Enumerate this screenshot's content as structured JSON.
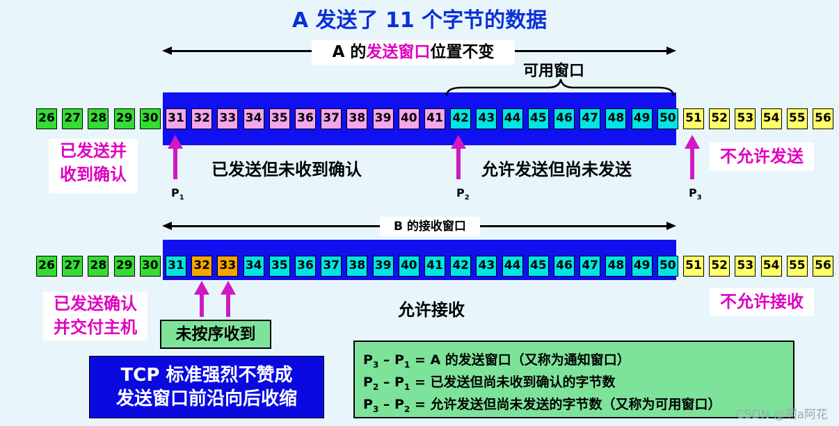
{
  "title": "A 发送了 11 个字节的数据",
  "top": {
    "window_label_pre": "A 的",
    "window_label_mid": "发送窗口",
    "window_label_post": "位置不变",
    "usable_label": "可用窗口",
    "left_note": [
      "已发送并",
      "收到确认"
    ],
    "mid_note": "已发送但未收到确认",
    "allowed_note": "允许发送但尚未发送",
    "right_note": "不允许发送",
    "pointers": [
      {
        "label": "P",
        "sub": "1"
      },
      {
        "label": "P",
        "sub": "2"
      },
      {
        "label": "P",
        "sub": "3"
      }
    ],
    "cells": [
      {
        "n": "26",
        "c": "#33dd33"
      },
      {
        "n": "27",
        "c": "#33dd33"
      },
      {
        "n": "28",
        "c": "#33dd33"
      },
      {
        "n": "29",
        "c": "#33dd33"
      },
      {
        "n": "30",
        "c": "#33dd33"
      },
      {
        "n": "31",
        "c": "#f4a6ec"
      },
      {
        "n": "32",
        "c": "#f4a6ec"
      },
      {
        "n": "33",
        "c": "#f4a6ec"
      },
      {
        "n": "34",
        "c": "#f4a6ec"
      },
      {
        "n": "35",
        "c": "#f4a6ec"
      },
      {
        "n": "36",
        "c": "#f4a6ec"
      },
      {
        "n": "37",
        "c": "#f4a6ec"
      },
      {
        "n": "38",
        "c": "#f4a6ec"
      },
      {
        "n": "39",
        "c": "#f4a6ec"
      },
      {
        "n": "40",
        "c": "#f4a6ec"
      },
      {
        "n": "41",
        "c": "#f4a6ec"
      },
      {
        "n": "42",
        "c": "#00e5e5"
      },
      {
        "n": "43",
        "c": "#00e5e5"
      },
      {
        "n": "44",
        "c": "#00e5e5"
      },
      {
        "n": "45",
        "c": "#00e5e5"
      },
      {
        "n": "46",
        "c": "#00e5e5"
      },
      {
        "n": "47",
        "c": "#00e5e5"
      },
      {
        "n": "48",
        "c": "#00e5e5"
      },
      {
        "n": "49",
        "c": "#00e5e5"
      },
      {
        "n": "50",
        "c": "#00e5e5"
      },
      {
        "n": "51",
        "c": "#ffff66"
      },
      {
        "n": "52",
        "c": "#ffff66"
      },
      {
        "n": "53",
        "c": "#ffff66"
      },
      {
        "n": "54",
        "c": "#ffff66"
      },
      {
        "n": "55",
        "c": "#ffff66"
      },
      {
        "n": "56",
        "c": "#ffff66"
      }
    ]
  },
  "bottom": {
    "window_label": "B 的接收窗口",
    "left_note": [
      "已发送确认",
      "并交付主机"
    ],
    "allowed_note": "允许接收",
    "right_note": "不允许接收",
    "out_of_order_note": "未按序收到",
    "cells": [
      {
        "n": "26",
        "c": "#33dd33"
      },
      {
        "n": "27",
        "c": "#33dd33"
      },
      {
        "n": "28",
        "c": "#33dd33"
      },
      {
        "n": "29",
        "c": "#33dd33"
      },
      {
        "n": "30",
        "c": "#33dd33"
      },
      {
        "n": "31",
        "c": "#00e5e5"
      },
      {
        "n": "32",
        "c": "#f5a500"
      },
      {
        "n": "33",
        "c": "#f5a500"
      },
      {
        "n": "34",
        "c": "#00e5e5"
      },
      {
        "n": "35",
        "c": "#00e5e5"
      },
      {
        "n": "36",
        "c": "#00e5e5"
      },
      {
        "n": "37",
        "c": "#00e5e5"
      },
      {
        "n": "38",
        "c": "#00e5e5"
      },
      {
        "n": "39",
        "c": "#00e5e5"
      },
      {
        "n": "40",
        "c": "#00e5e5"
      },
      {
        "n": "41",
        "c": "#00e5e5"
      },
      {
        "n": "42",
        "c": "#00e5e5"
      },
      {
        "n": "43",
        "c": "#00e5e5"
      },
      {
        "n": "44",
        "c": "#00e5e5"
      },
      {
        "n": "45",
        "c": "#00e5e5"
      },
      {
        "n": "46",
        "c": "#00e5e5"
      },
      {
        "n": "47",
        "c": "#00e5e5"
      },
      {
        "n": "48",
        "c": "#00e5e5"
      },
      {
        "n": "49",
        "c": "#00e5e5"
      },
      {
        "n": "50",
        "c": "#00e5e5"
      },
      {
        "n": "51",
        "c": "#ffff66"
      },
      {
        "n": "52",
        "c": "#ffff66"
      },
      {
        "n": "53",
        "c": "#ffff66"
      },
      {
        "n": "54",
        "c": "#ffff66"
      },
      {
        "n": "55",
        "c": "#ffff66"
      },
      {
        "n": "56",
        "c": "#ffff66"
      }
    ]
  },
  "tcp_note": [
    "TCP 标准强烈不赞成",
    "发送窗口前沿向后收缩"
  ],
  "formulas": [
    {
      "a": "P",
      "as": "3",
      "b": "P",
      "bs": "1",
      "rhs": "A 的发送窗口（又称为通知窗口）"
    },
    {
      "a": "P",
      "as": "2",
      "b": "P",
      "bs": "1",
      "rhs": "已发送但尚未收到确认的字节数"
    },
    {
      "a": "P",
      "as": "3",
      "b": "P",
      "bs": "2",
      "rhs": "允许发送但尚未发送的字节数（又称为可用窗口）"
    }
  ],
  "watermark": "CSDN @啊a阿花"
}
